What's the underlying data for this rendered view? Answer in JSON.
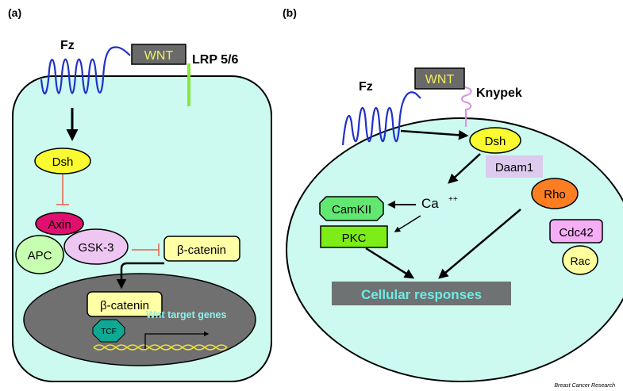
{
  "panel_a": {
    "label": "(a)",
    "fz": "Fz",
    "wnt": "WNT",
    "lrp": "LRP 5/6",
    "dsh": "Dsh",
    "axin": "Axin",
    "apc": "APC",
    "gsk3": "GSK-3",
    "beta_catenin": "β-catenin",
    "nuclear_beta_catenin": "β-catenin",
    "tcf": "TCF",
    "target_genes": "Wnt target genes"
  },
  "panel_b": {
    "label": "(b)",
    "fz": "Fz",
    "wnt": "WNT",
    "knypek": "Knypek",
    "dsh": "Dsh",
    "daam1": "Daam1",
    "rho": "Rho",
    "cdc42": "Cdc42",
    "rac": "Rac",
    "camkii": "CamKII",
    "ca": "Ca",
    "ca_charge": "++",
    "pkc": "PKC",
    "cellular_responses": "Cellular responses"
  },
  "credit": "Breast Cancer Research",
  "colors": {
    "cytoplasm": "#ccfaf0",
    "nucleus": "#707070",
    "receptor_blue": "#2030c8",
    "wnt_box": "#6a6a6a",
    "wnt_text": "#f0f060",
    "lrp_green": "#86e83c",
    "dsh_yellow": "#fafa30",
    "axin_magenta": "#e0106e",
    "apc_green": "#c6ffb0",
    "gsk_violet": "#eec6f2",
    "catenin_yellow": "#ffffa6",
    "tcf_teal": "#0ea893",
    "target_text": "#8ef2ec",
    "inhibit_red": "#e8604c",
    "knypek_pink": "#dc90e0",
    "daam_lilac": "#dccbee",
    "rho_orange": "#fd7e22",
    "cdc42_purple": "#f5adf5",
    "rac_yellow": "#ffff9e",
    "camkii_green": "#62e872",
    "pkc_green": "#7ced16",
    "responses_box": "#6e7272",
    "responses_text": "#6feae4"
  }
}
